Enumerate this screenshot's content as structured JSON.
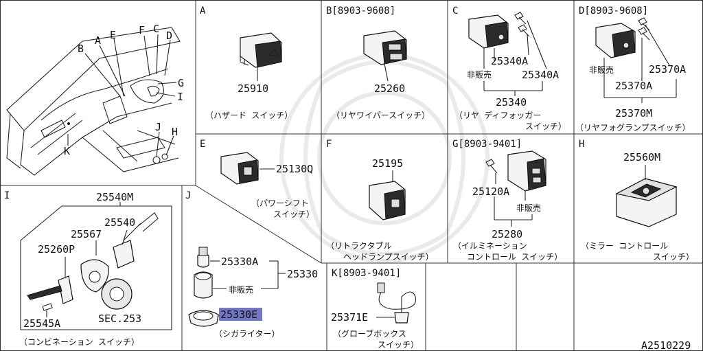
{
  "diagram": {
    "code": "A2510229",
    "overview": {
      "letters": [
        "A",
        "B",
        "C",
        "D",
        "E",
        "F",
        "G",
        "H",
        "I",
        "J",
        "K"
      ]
    },
    "sections": {
      "A": {
        "header": "A",
        "part": "25910",
        "caption": [
          "（ハザード スイッチ）"
        ]
      },
      "B": {
        "header": "B[8903-9608]",
        "part": "25260",
        "caption": [
          "（リヤワイパースイッチ）"
        ]
      },
      "C": {
        "header": "C",
        "parts": [
          "25340A",
          "25340A",
          "25340"
        ],
        "note": "非販売",
        "caption": [
          "（リヤ ディフォッガー",
          "スイッチ）"
        ]
      },
      "D": {
        "header": "D[8903-9608]",
        "parts": [
          "25370A",
          "25370A",
          "25370M"
        ],
        "note": "非販売",
        "caption": [
          "（リヤフォグランプスイッチ）"
        ]
      },
      "E": {
        "header": "E",
        "part": "25130Q",
        "caption": [
          "（パワーシフト",
          "スイッチ）"
        ]
      },
      "F": {
        "header": "F",
        "part": "25195",
        "caption": [
          "（リトラクタブル",
          "ヘッドランプスイッチ）"
        ]
      },
      "G": {
        "header": "G[8903-9401]",
        "parts": [
          "25120A",
          "25280"
        ],
        "note": "非販売",
        "caption": [
          "（イルミネーション",
          "コントロール スイッチ）"
        ]
      },
      "H": {
        "header": "H",
        "part": "25560M",
        "caption": [
          "（ミラー コントロール",
          "スイッチ）"
        ]
      },
      "I": {
        "header": "I",
        "parts": [
          "25540M",
          "25540",
          "25567",
          "25260P",
          "25545A",
          "SEC.253"
        ],
        "caption": [
          "（コンビネーション スイッチ）"
        ]
      },
      "J": {
        "header": "J",
        "parts": [
          "25330A",
          "25330",
          "25330E"
        ],
        "note": "非販売",
        "caption": [
          "（シガライター）"
        ]
      },
      "K": {
        "header": "K[8903-9401]",
        "part": "25371E",
        "caption": [
          "（グローブボックス",
          "スイッチ）"
        ]
      }
    }
  }
}
